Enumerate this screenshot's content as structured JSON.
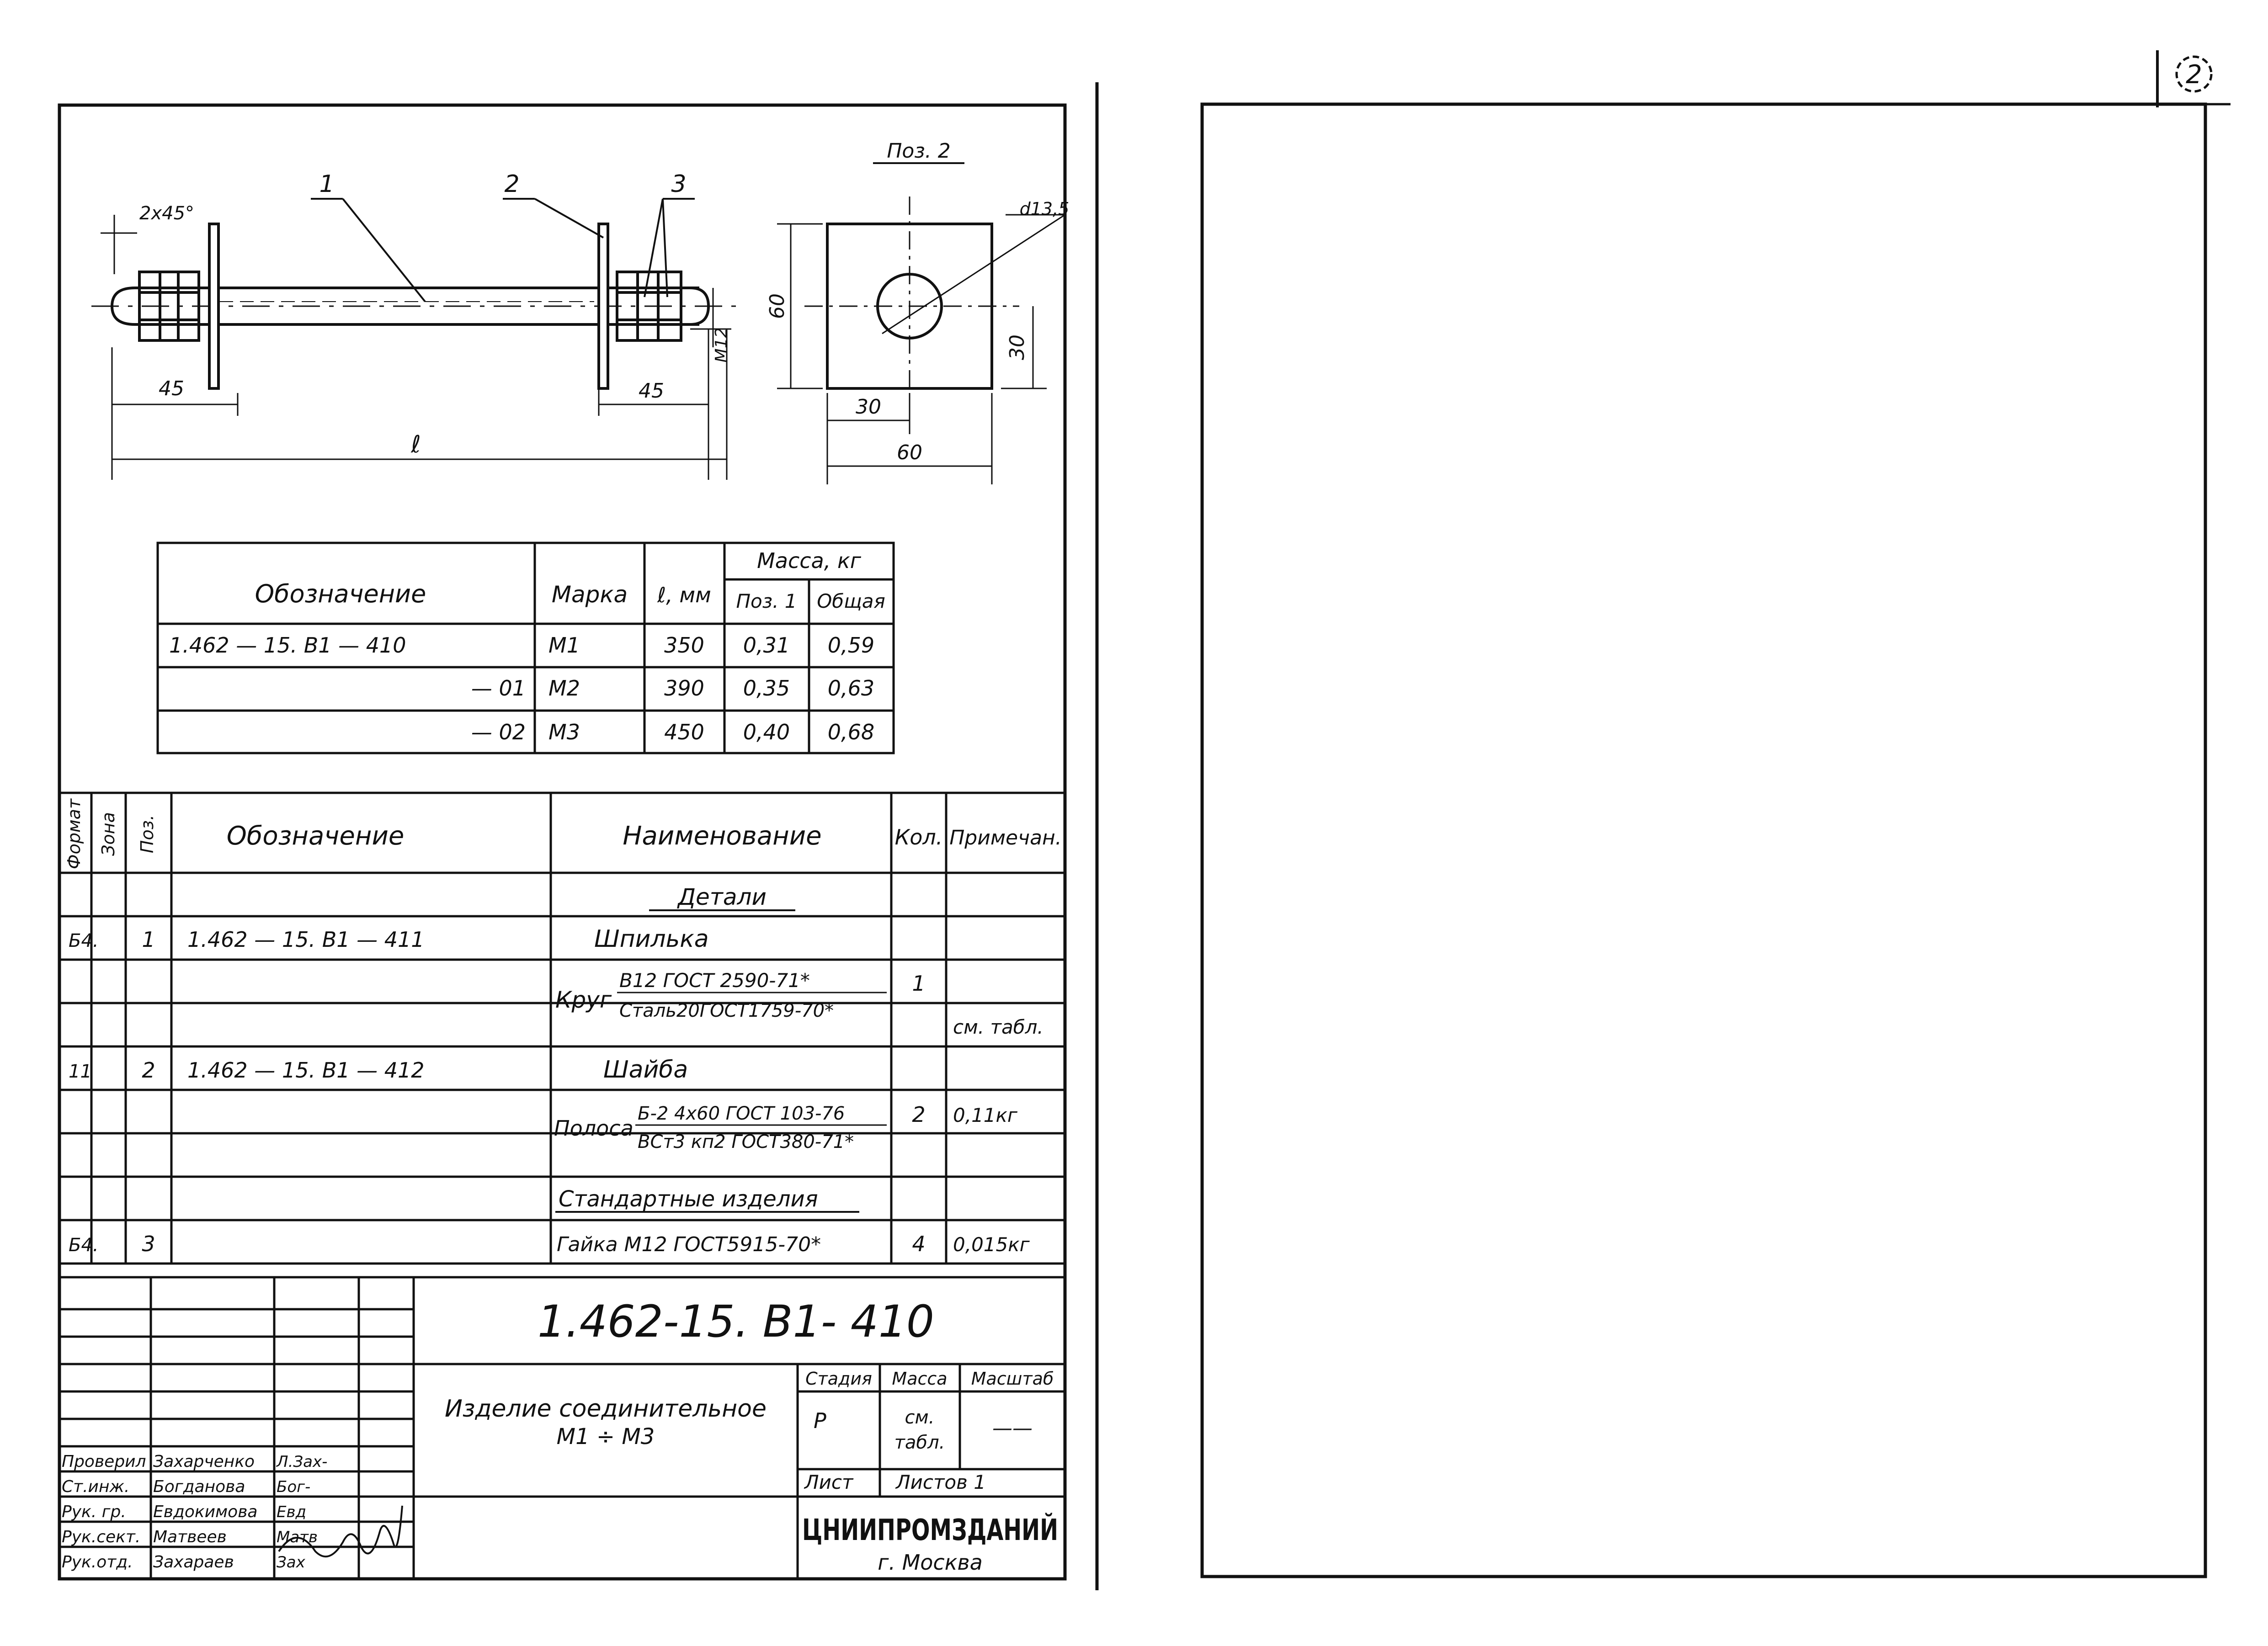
{
  "sheet_number": "2",
  "drawing": {
    "view_title": "Поз. 2",
    "leaders": [
      "1",
      "2",
      "3"
    ],
    "dims": {
      "chamfer": "2x45°",
      "left_len": "45",
      "right_len": "45",
      "thread": "M12",
      "total_len": "ℓ",
      "hole": "d13,5",
      "plate_h": "60",
      "half_h": "30",
      "half_w": "30",
      "plate_w": "60"
    }
  },
  "mass_table": {
    "headers": {
      "designation": "Обозначение",
      "mark": "Марка",
      "length": "ℓ, мм",
      "mass_group": "Масса, кг",
      "mass_pos1": "Поз. 1",
      "mass_total": "Общая"
    },
    "rows": [
      {
        "designation": "1.462 — 15. В1 — 410",
        "mark": "М1",
        "length": "350",
        "pos1": "0,31",
        "total": "0,59"
      },
      {
        "designation": "— 01",
        "mark": "М2",
        "length": "390",
        "pos1": "0,35",
        "total": "0,63"
      },
      {
        "designation": "— 02",
        "mark": "М3",
        "length": "450",
        "pos1": "0,40",
        "total": "0,68"
      }
    ]
  },
  "spec": {
    "headers": {
      "format": "Формат",
      "zone": "Зона",
      "pos": "Поз.",
      "designation": "Обозначение",
      "name": "Наименование",
      "qty": "Кол.",
      "note": "Примечан."
    },
    "section_details": "Детали",
    "section_standard": "Стандартные изделия",
    "items": {
      "stud": {
        "format": "Б4.",
        "pos": "1",
        "designation": "1.462 — 15. В1 — 411",
        "name": "Шпилька"
      },
      "round": {
        "prefix": "Круг",
        "line1": "В12 ГОСТ 2590-71*",
        "line2": "Сталь20ГОСТ1759-70*",
        "qty": "1",
        "note": "см. табл."
      },
      "washer": {
        "format": "11",
        "pos": "2",
        "designation": "1.462 — 15. В1 — 412",
        "name": "Шайба"
      },
      "strip": {
        "prefix": "Полоса",
        "line1": "Б-2 4х60 ГОСТ 103-76",
        "line2": "ВСт3 кп2 ГОСТ380-71*",
        "qty": "2",
        "note": "0,11кг"
      },
      "nut": {
        "format": "Б4.",
        "pos": "3",
        "name": "Гайка М12 ГОСТ5915-70*",
        "qty": "4",
        "note": "0,015кг"
      }
    }
  },
  "title_block": {
    "code": "1.462-15. В1- 410",
    "name_line1": "Изделие соединительное",
    "name_line2": "М1 ÷ М3",
    "stage_label": "Стадия",
    "mass_label": "Масса",
    "scale_label": "Масштаб",
    "stage": "Р",
    "mass_line1": "см.",
    "mass_line2": "табл.",
    "scale": "——",
    "sheet_label": "Лист",
    "sheets_label": "Листов 1",
    "org": "ЦНИИПРОМЗДАНИЙ",
    "city": "г. Москва",
    "roles": [
      {
        "role": "Проверил",
        "name": "Захарченко",
        "sign": "Л.Зах-"
      },
      {
        "role": "Ст.инж.",
        "name": "Богданова",
        "sign": "Бог-"
      },
      {
        "role": "Рук. гр.",
        "name": "Евдокимова",
        "sign": "Евд"
      },
      {
        "role": "Рук.сект.",
        "name": "Матвеев",
        "sign": "Матв"
      },
      {
        "role": "Рук.отд.",
        "name": "Захараев",
        "sign": "Зах"
      }
    ]
  }
}
